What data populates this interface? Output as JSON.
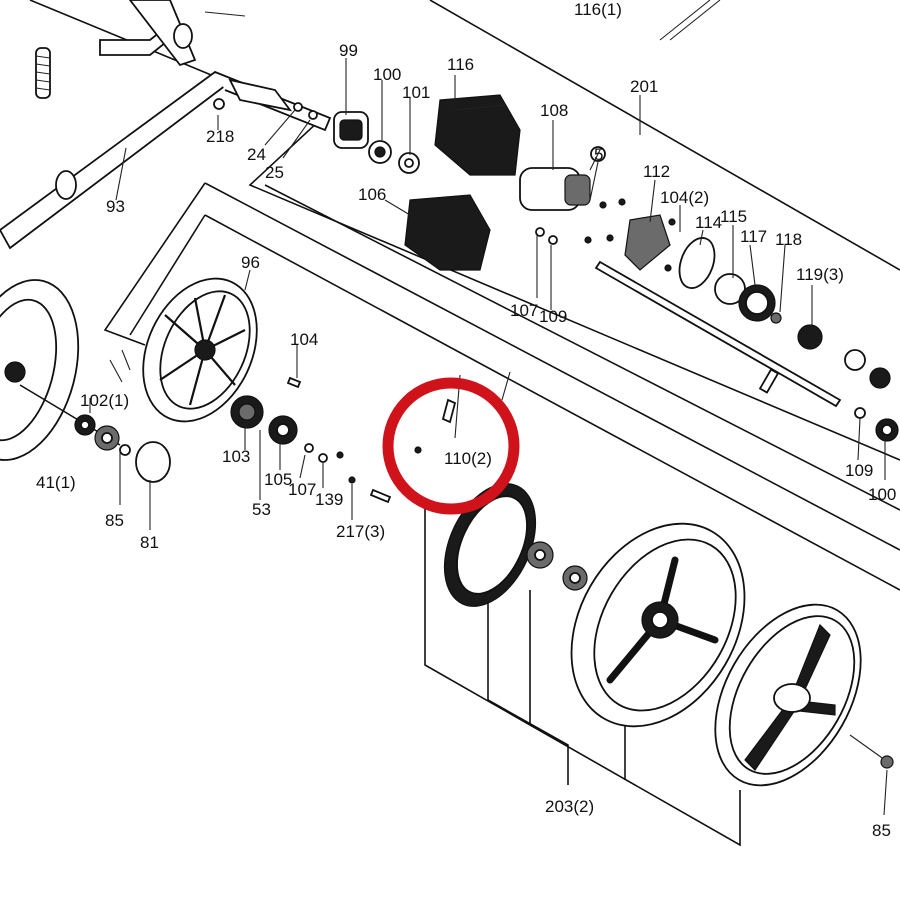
{
  "highlight_color": "#d0121b",
  "labels": {
    "l116_1": "116(1)",
    "l99": "99",
    "l100a": "100",
    "l101": "101",
    "l116": "116",
    "l108": "108",
    "l201": "201",
    "l218": "218",
    "l24": "24",
    "l25": "25",
    "l93": "93",
    "l106": "106",
    "l5": "5",
    "l112": "112",
    "l104_2": "104(2)",
    "l114": "114",
    "l115": "115",
    "l117": "117",
    "l118": "118",
    "l119_3": "119(3)",
    "l107a": "107",
    "l109a": "109",
    "l96": "96",
    "l104": "104",
    "l102_1": "102(1)",
    "l41_1": "41(1)",
    "l85a": "85",
    "l81": "81",
    "l103": "103",
    "l53": "53",
    "l105": "105",
    "l107b": "107",
    "l139": "139",
    "l217_3": "217(3)",
    "l110_2": "110(2)",
    "l109b": "109",
    "l100b": "100",
    "l203_2": "203(2)",
    "l85b": "85"
  }
}
